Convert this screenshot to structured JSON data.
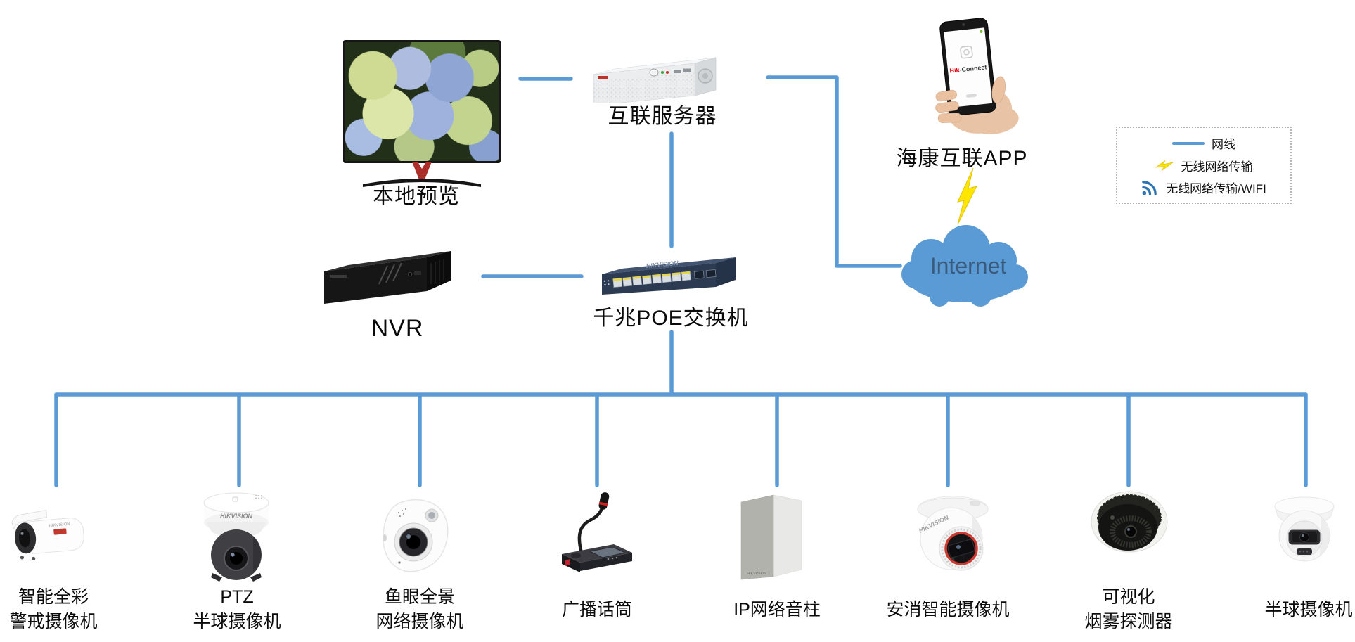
{
  "diagram": {
    "brand": "HIKVISION",
    "colors": {
      "line_blue": "#5B9BD5",
      "lightning_yellow": "#FFE600",
      "cloud_blue": "#5B9BD5",
      "internet_text_blue": "#3A5B7D",
      "wifi_icon_blue": "#2E75B6",
      "hik_red": "#E60012"
    },
    "nodes": {
      "monitor": {
        "label": "本地预览"
      },
      "server": {
        "label": "互联服务器"
      },
      "app": {
        "label": "海康互联APP",
        "screen_brand_red": "Hik",
        "screen_brand_rest": "-Connect"
      },
      "nvr": {
        "label": "NVR"
      },
      "poe_switch": {
        "label": "千兆POE交换机"
      },
      "internet": {
        "label": "Internet"
      }
    },
    "legend": {
      "items": [
        {
          "icon": "network-cable-line-icon",
          "label": "网线"
        },
        {
          "icon": "lightning-icon",
          "label": "无线网络传输"
        },
        {
          "icon": "wifi-icon",
          "label": "无线网络传输/WIFI"
        }
      ]
    },
    "devices": [
      {
        "type": "bullet-camera",
        "label_line1": "智能全彩",
        "label_line2": "警戒摄像机"
      },
      {
        "type": "ptz-dome-camera",
        "label_line1": "PTZ",
        "label_line2": "半球摄像机"
      },
      {
        "type": "fisheye-camera",
        "label_line1": "鱼眼全景",
        "label_line2": "网络摄像机"
      },
      {
        "type": "broadcast-microphone",
        "label_line1": "广播话筒",
        "label_line2": ""
      },
      {
        "type": "ip-speaker-column",
        "label_line1": "IP网络音柱",
        "label_line2": ""
      },
      {
        "type": "fire-smart-camera",
        "label_line1": "安消智能摄像机",
        "label_line2": ""
      },
      {
        "type": "smoke-detector",
        "label_line1": "可视化",
        "label_line2": "烟雾探测器"
      },
      {
        "type": "dome-camera",
        "label_line1": "半球摄像机",
        "label_line2": ""
      }
    ]
  }
}
